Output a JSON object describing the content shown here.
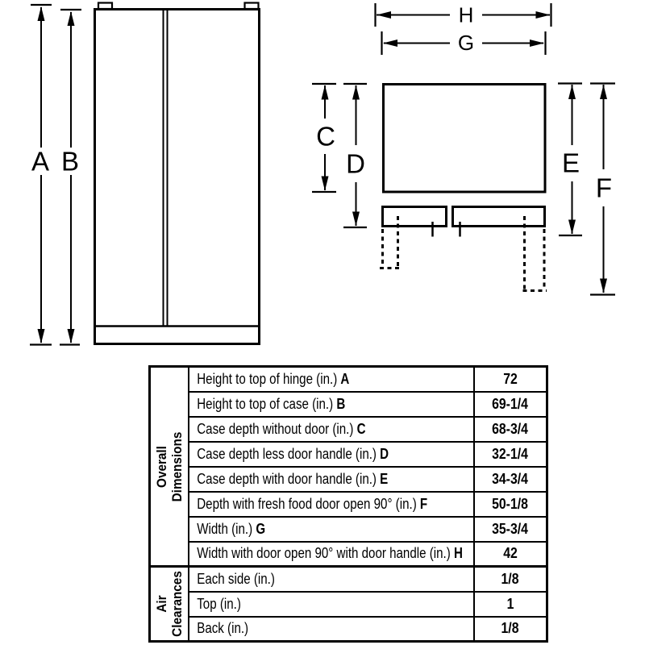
{
  "colors": {
    "ink": "#000000",
    "paper": "#ffffff"
  },
  "figure": {
    "front_view": {
      "labels": {
        "a": "A",
        "b": "B"
      }
    },
    "top_view": {
      "labels": {
        "c": "C",
        "d": "D",
        "e": "E",
        "f": "F",
        "g": "G",
        "h": "H"
      }
    }
  },
  "table": {
    "sections": [
      {
        "title_lines": [
          "Overall",
          "Dimensions"
        ],
        "rows": [
          {
            "label": "Height to top of hinge (in.)",
            "letter": "A",
            "value": "72"
          },
          {
            "label": "Height to top of case (in.)",
            "letter": "B",
            "value": "69-1/4"
          },
          {
            "label": "Case depth without door (in.)",
            "letter": "C",
            "value": "68-3/4"
          },
          {
            "label": "Case depth less door handle (in.)",
            "letter": "D",
            "value": "32-1/4"
          },
          {
            "label": "Case depth with door handle (in.)",
            "letter": "E",
            "value": "34-3/4"
          },
          {
            "label": "Depth with fresh food door open 90° (in.)",
            "letter": "F",
            "value": "50-1/8"
          },
          {
            "label": "Width (in.)",
            "letter": "G",
            "value": "35-3/4"
          },
          {
            "label": "Width with door open 90° with door handle (in.)",
            "letter": "H",
            "value": "42"
          }
        ]
      },
      {
        "title_lines": [
          "Air",
          "Clearances"
        ],
        "rows": [
          {
            "label": "Each side (in.)",
            "letter": "",
            "value": "1/8"
          },
          {
            "label": "Top (in.)",
            "letter": "",
            "value": "1"
          },
          {
            "label": "Back (in.)",
            "letter": "",
            "value": "1/8"
          }
        ]
      }
    ]
  }
}
